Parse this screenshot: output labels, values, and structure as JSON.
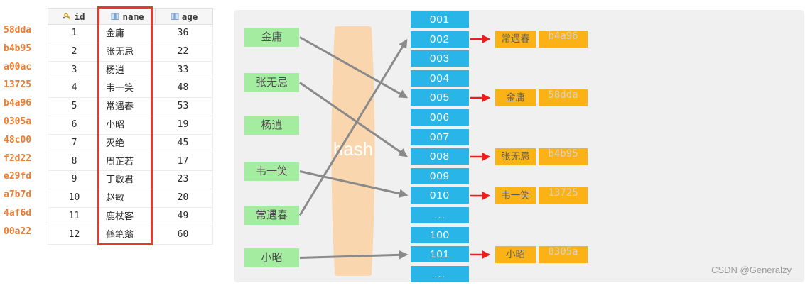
{
  "table": {
    "columns": [
      {
        "label": "id",
        "icon": "key-icon"
      },
      {
        "label": "name",
        "icon": "column-icon"
      },
      {
        "label": "age",
        "icon": "column-icon"
      }
    ],
    "rows": [
      {
        "hash": "58dda",
        "id": "1",
        "name": "金庸",
        "age": "36"
      },
      {
        "hash": "b4b95",
        "id": "2",
        "name": "张无忌",
        "age": "22"
      },
      {
        "hash": "a00ac",
        "id": "3",
        "name": "杨逍",
        "age": "33"
      },
      {
        "hash": "13725",
        "id": "4",
        "name": "韦一笑",
        "age": "48"
      },
      {
        "hash": "b4a96",
        "id": "5",
        "name": "常遇春",
        "age": "53"
      },
      {
        "hash": "0305a",
        "id": "6",
        "name": "小昭",
        "age": "19"
      },
      {
        "hash": "48c00",
        "id": "7",
        "name": "灭绝",
        "age": "45"
      },
      {
        "hash": "f2d22",
        "id": "8",
        "name": "周芷若",
        "age": "17"
      },
      {
        "hash": "e29fd",
        "id": "9",
        "name": "丁敏君",
        "age": "23"
      },
      {
        "hash": "a7b7d",
        "id": "10",
        "name": "赵敏",
        "age": "20"
      },
      {
        "hash": "4af6d",
        "id": "11",
        "name": "鹿杖客",
        "age": "49"
      },
      {
        "hash": "00a22",
        "id": "12",
        "name": "鹤笔翁",
        "age": "60"
      }
    ]
  },
  "diagram": {
    "hash_function_label": "hash",
    "inputs": [
      {
        "label": "金庸",
        "target_bucket": "005"
      },
      {
        "label": "张无忌",
        "target_bucket": "008"
      },
      {
        "label": "杨逍",
        "target_bucket": null
      },
      {
        "label": "韦一笑",
        "target_bucket": "010"
      },
      {
        "label": "常遇春",
        "target_bucket": "002"
      },
      {
        "label": "小昭",
        "target_bucket": "101"
      }
    ],
    "buckets": [
      "001",
      "002",
      "003",
      "004",
      "005",
      "006",
      "007",
      "008",
      "009",
      "010",
      "...",
      "100",
      "101",
      "..."
    ],
    "results": [
      {
        "bucket": "002",
        "name": "常遇春",
        "hash": "b4a96"
      },
      {
        "bucket": "005",
        "name": "金庸",
        "hash": "58dda"
      },
      {
        "bucket": "008",
        "name": "张无忌",
        "hash": "b4b95"
      },
      {
        "bucket": "010",
        "name": "韦一笑",
        "hash": "13725"
      },
      {
        "bucket": "101",
        "name": "小昭",
        "hash": "0305a"
      }
    ]
  },
  "watermark": "CSDN @Generalzy",
  "colors": {
    "row_hash_text": "#ed7d31",
    "annotation_rect": "#e8382a",
    "panel_bg": "#f0f0f0",
    "input_box": "#a4eca0",
    "bucket_box": "#29b5e8",
    "result_box": "#fbb217",
    "hash_lens": "#f9d6ae",
    "gray_arrow": "#8a8a8a",
    "red_arrow": "#f21b1b"
  }
}
